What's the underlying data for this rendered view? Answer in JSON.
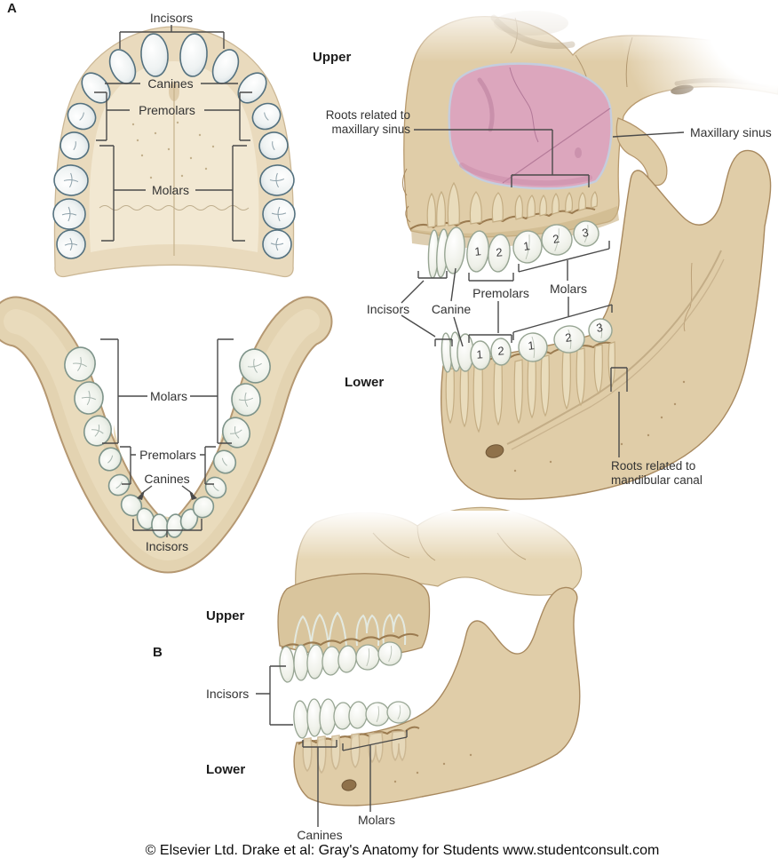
{
  "panel_labels": {
    "a": "A",
    "b": "B"
  },
  "copyright": "© Elsevier Ltd. Drake et al: Gray's Anatomy for Students www.studentconsult.com",
  "upper_arch": {
    "incisors": "Incisors",
    "canines": "Canines",
    "premolars": "Premolars",
    "molars": "Molars"
  },
  "lower_arch": {
    "molars": "Molars",
    "premolars": "Premolars",
    "canines": "Canines",
    "incisors": "Incisors"
  },
  "lateral_view": {
    "upper": "Upper",
    "lower": "Lower",
    "roots_maxillary_sinus": "Roots related to\nmaxillary sinus",
    "maxillary_sinus": "Maxillary sinus",
    "incisors": "Incisors",
    "canine": "Canine",
    "premolars": "Premolars",
    "molars": "Molars",
    "roots_mandibular_canal": "Roots related to\nmandibular canal",
    "upper_premolar_numbers": [
      "1",
      "2"
    ],
    "upper_molar_numbers": [
      "1",
      "2",
      "3"
    ],
    "lower_premolar_numbers": [
      "1",
      "2"
    ],
    "lower_molar_numbers": [
      "1",
      "2",
      "3"
    ]
  },
  "occlusion_view": {
    "upper": "Upper",
    "lower": "Lower",
    "incisors": "Incisors",
    "canines": "Canines",
    "molars": "Molars"
  },
  "colors": {
    "bone": "#e0cda8",
    "bone_edge": "#a8895f",
    "palate": "#f2e8d2",
    "tooth_fill": "#eef1ee",
    "tooth_outline_arch": "#54717f",
    "tooth_outline_lateral": "#97a593",
    "maxillary_sinus_pink": "#dca6bd",
    "sinus_border": "#c5cddd",
    "leader_line": "#4a4a4a",
    "label_text": "#333333"
  }
}
